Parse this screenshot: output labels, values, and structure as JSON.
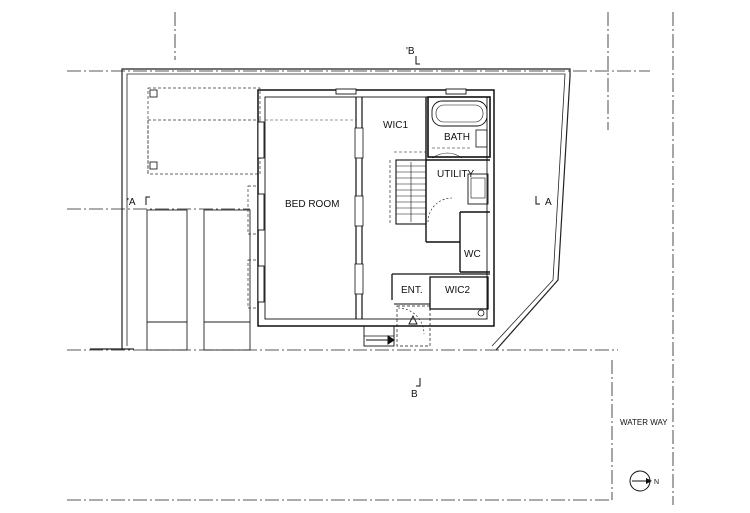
{
  "rooms": {
    "bedroom": "BED ROOM",
    "wic1": "WIC1",
    "bath": "BATH",
    "utility": "UTILITY",
    "wc": "WC",
    "entrance": "ENT.",
    "wic2": "WIC2"
  },
  "section_marks": {
    "b_top": "'B",
    "b_bottom": "B",
    "a_left": "'A",
    "a_right": "A"
  },
  "site": {
    "water_way": "WATER WAY"
  },
  "north_arrow": {
    "letter": "N"
  }
}
